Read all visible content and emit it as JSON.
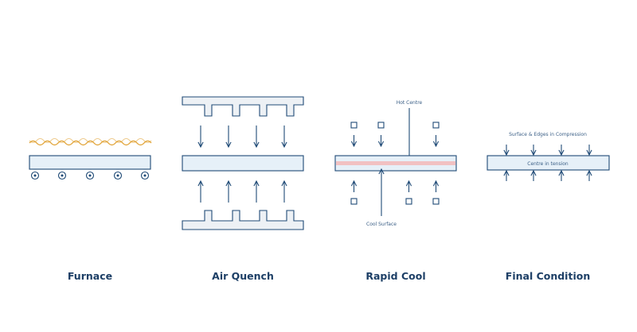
{
  "stages": [
    {
      "id": "furnace",
      "label": "Furnace"
    },
    {
      "id": "air-quench",
      "label": "Air Quench"
    },
    {
      "id": "rapid-cool",
      "label": "Rapid Cool"
    },
    {
      "id": "final-condition",
      "label": "Final Condition"
    }
  ],
  "annotations": {
    "hot_centre": "Hot Centre",
    "cool_surface": "Cool Surface",
    "surface_compression": "Surface & Edges in Compression",
    "centre_tension": "Centre in tension"
  },
  "colors": {
    "line": "#1f4a76",
    "plate_fill": "#e6f0f8",
    "heat_wave": "#e0a030",
    "hot_core": "#f2b8b8",
    "label": "#1d3f66"
  }
}
